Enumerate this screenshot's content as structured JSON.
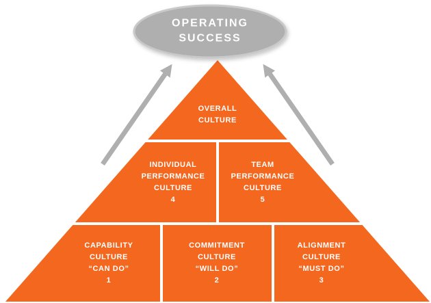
{
  "colors": {
    "orange": "#F4671F",
    "gray": "#AFAFAF",
    "gray_light": "#C9C9C9",
    "white": "#FFFFFF"
  },
  "ellipse": {
    "label": "OPERATING\nSUCCESS"
  },
  "pyramid": {
    "levels": [
      {
        "name": "overall-culture",
        "cells": [
          {
            "label": "OVERALL\nCULTURE"
          }
        ]
      },
      {
        "name": "performance-culture",
        "cells": [
          {
            "label": "INDIVIDUAL\nPERFORMANCE\nCULTURE\n4"
          },
          {
            "label": "TEAM\nPERFORMANCE\nCULTURE\n5"
          }
        ]
      },
      {
        "name": "foundation-culture",
        "cells": [
          {
            "label": "CAPABILITY\nCULTURE\n“CAN DO”\n1"
          },
          {
            "label": "COMMITMENT\nCULTURE\n“WILL DO”\n2"
          },
          {
            "label": "ALIGNMENT\nCULTURE\n“MUST DO”\n3"
          }
        ]
      }
    ]
  }
}
